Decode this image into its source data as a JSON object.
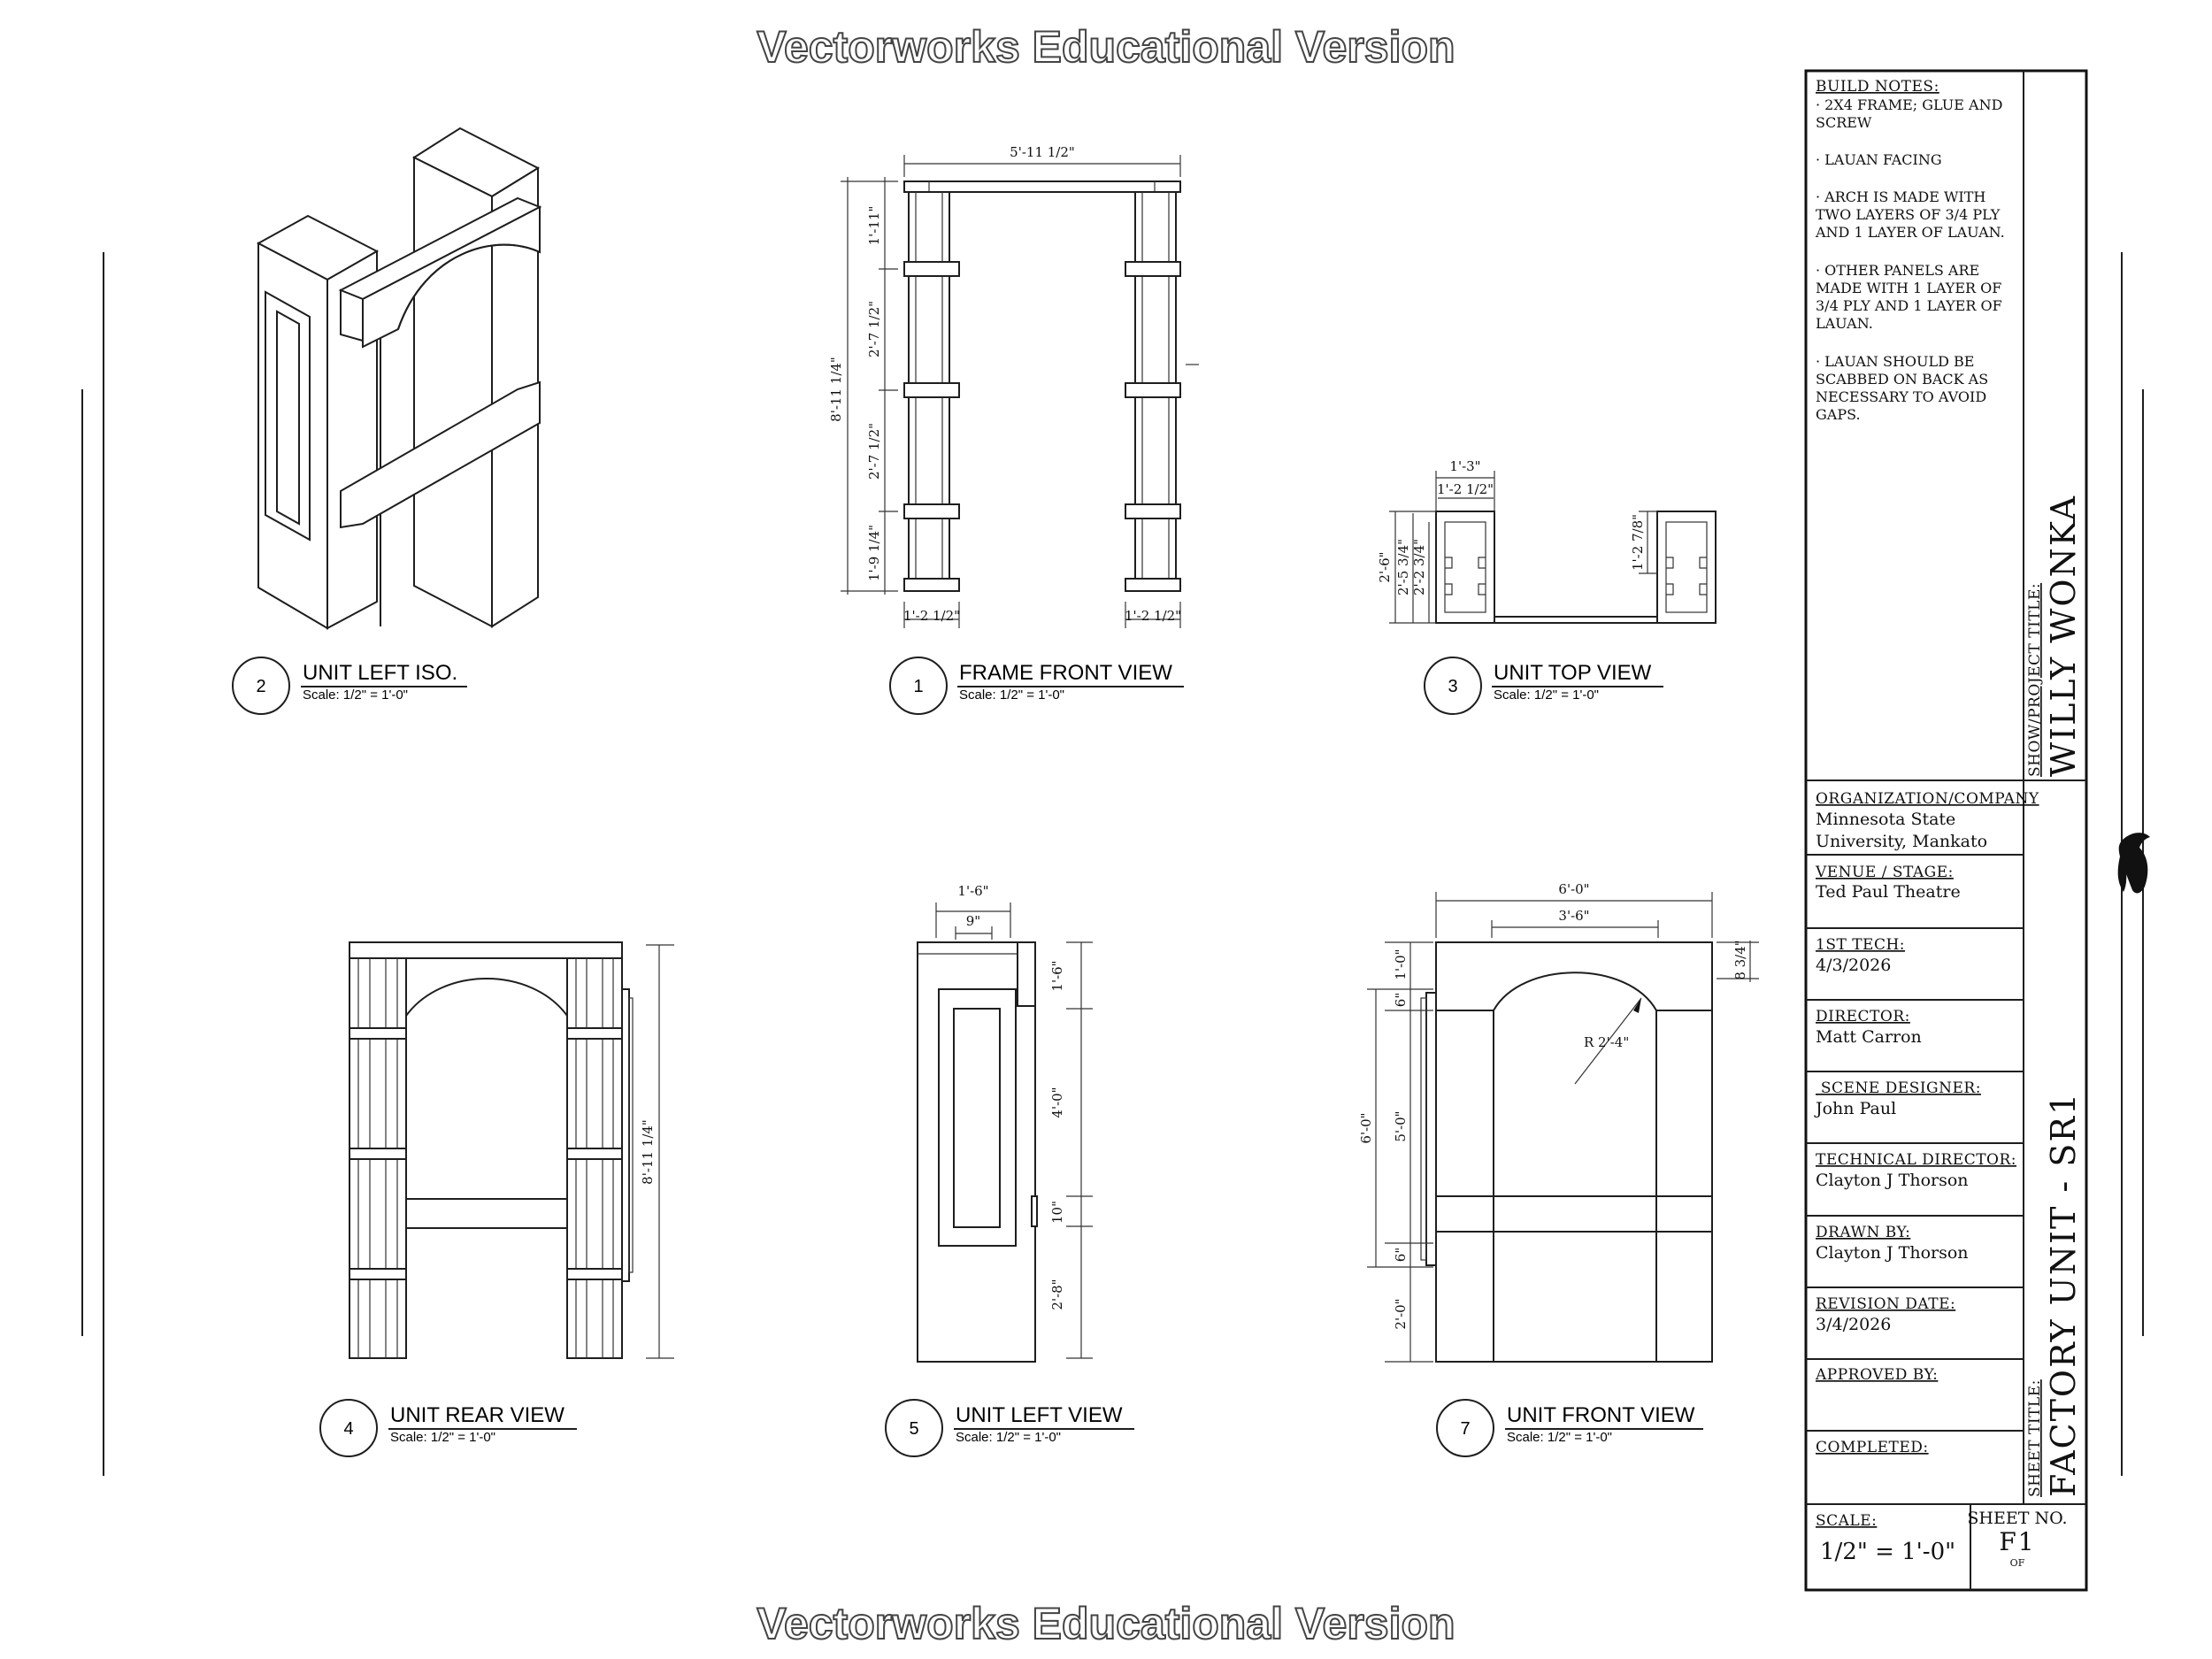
{
  "watermark": "Vectorworks Educational Version",
  "views": [
    {
      "number": "2",
      "title": "UNIT LEFT ISO.",
      "scale": "Scale: 1/2\" = 1'-0\""
    },
    {
      "number": "1",
      "title": "FRAME FRONT VIEW",
      "scale": "Scale: 1/2\" = 1'-0\""
    },
    {
      "number": "3",
      "title": "UNIT TOP VIEW",
      "scale": "Scale: 1/2\" = 1'-0\""
    },
    {
      "number": "4",
      "title": "UNIT REAR VIEW",
      "scale": "Scale: 1/2\" = 1'-0\""
    },
    {
      "number": "5",
      "title": "UNIT LEFT VIEW",
      "scale": "Scale: 1/2\" = 1'-0\""
    },
    {
      "number": "7",
      "title": "UNIT FRONT VIEW",
      "scale": "Scale: 1/2\" = 1'-0\""
    }
  ],
  "dimensions": {
    "frame_front": {
      "width": "5'-11 1/2\"",
      "height": "8'-11 1/4\"",
      "seg1": "1'-11\"",
      "seg2": "2'-7 1/2\"",
      "seg3": "2'-7 1/2\"",
      "seg4": "1'-9 1/4\"",
      "left_leg": "1'-2 1/2\"",
      "right_leg": "1'-2 1/2\""
    },
    "top_view": {
      "outer": "1'-3\"",
      "inner": "1'-2 1/2\"",
      "depth_a": "2'-6\"",
      "depth_b": "2'-5 3/4\"",
      "depth_c": "2'-2 3/4\"",
      "right": "1'-2 7/8\""
    },
    "rear": {
      "height": "8'-11 1/4\""
    },
    "left_view": {
      "width_a": "1'-6\"",
      "width_b": "9\"",
      "seg1": "1'-6\"",
      "seg2": "4'-0\"",
      "seg3": "10\"",
      "seg4": "2'-8\""
    },
    "front_view": {
      "width_a": "6'-0\"",
      "width_b": "3'-6\"",
      "right": "8 3/4\"",
      "radius": "R 2'-4\"",
      "h_total": "6'-0\"",
      "seg_a": "1'-0\"",
      "seg_b": "6\"",
      "seg_c": "5'-0\"",
      "seg_d": "6\"",
      "seg_e": "2'-0\""
    }
  },
  "title_block": {
    "build_notes_heading": "BUILD NOTES:",
    "build_notes": [
      [
        "· 2X4 FRAME; GLUE AND",
        "SCREW"
      ],
      [
        "· LAUAN FACING"
      ],
      [
        "· ARCH IS MADE WITH",
        "TWO LAYERS OF 3/4 PLY",
        "AND 1 LAYER OF LAUAN."
      ],
      [
        "· OTHER PANELS ARE",
        "MADE WITH 1 LAYER OF",
        "3/4 PLY AND 1 LAYER OF",
        "LAUAN."
      ],
      [
        "· LAUAN SHOULD BE",
        "SCABBED ON BACK AS",
        "NECESSARY TO AVOID",
        "GAPS."
      ]
    ],
    "show_title_label": "SHOW/PROJECT TITLE:",
    "show_title": "WILLY WONKA",
    "sheet_title_label": "SHEET TITLE:",
    "sheet_title": "FACTORY UNIT - SR1",
    "fields": [
      {
        "label": "ORGANIZATION/COMPANY",
        "value": [
          "Minnesota State",
          "University, Mankato"
        ]
      },
      {
        "label": "VENUE / STAGE:",
        "value": [
          "Ted Paul Theatre"
        ]
      },
      {
        "label": "1ST TECH:",
        "value": [
          "4/3/2026"
        ]
      },
      {
        "label": "DIRECTOR:",
        "value": [
          "Matt Carron"
        ]
      },
      {
        "label": " SCENE DESIGNER:",
        "value": [
          "John Paul"
        ]
      },
      {
        "label": "TECHNICAL DIRECTOR:",
        "value": [
          "Clayton J Thorson"
        ]
      },
      {
        "label": "DRAWN BY:",
        "value": [
          "Clayton J Thorson"
        ]
      },
      {
        "label": "REVISION DATE:",
        "value": [
          "3/4/2026"
        ]
      },
      {
        "label": "APPROVED BY:",
        "value": []
      },
      {
        "label": "COMPLETED:",
        "value": []
      }
    ],
    "scale_label": "SCALE:",
    "scale_value": "1/2\" = 1'-0\"",
    "sheet_no_label": "SHEET NO.",
    "sheet_no": "F1",
    "sheet_of": "OF"
  },
  "logo": "crow-logo-icon"
}
